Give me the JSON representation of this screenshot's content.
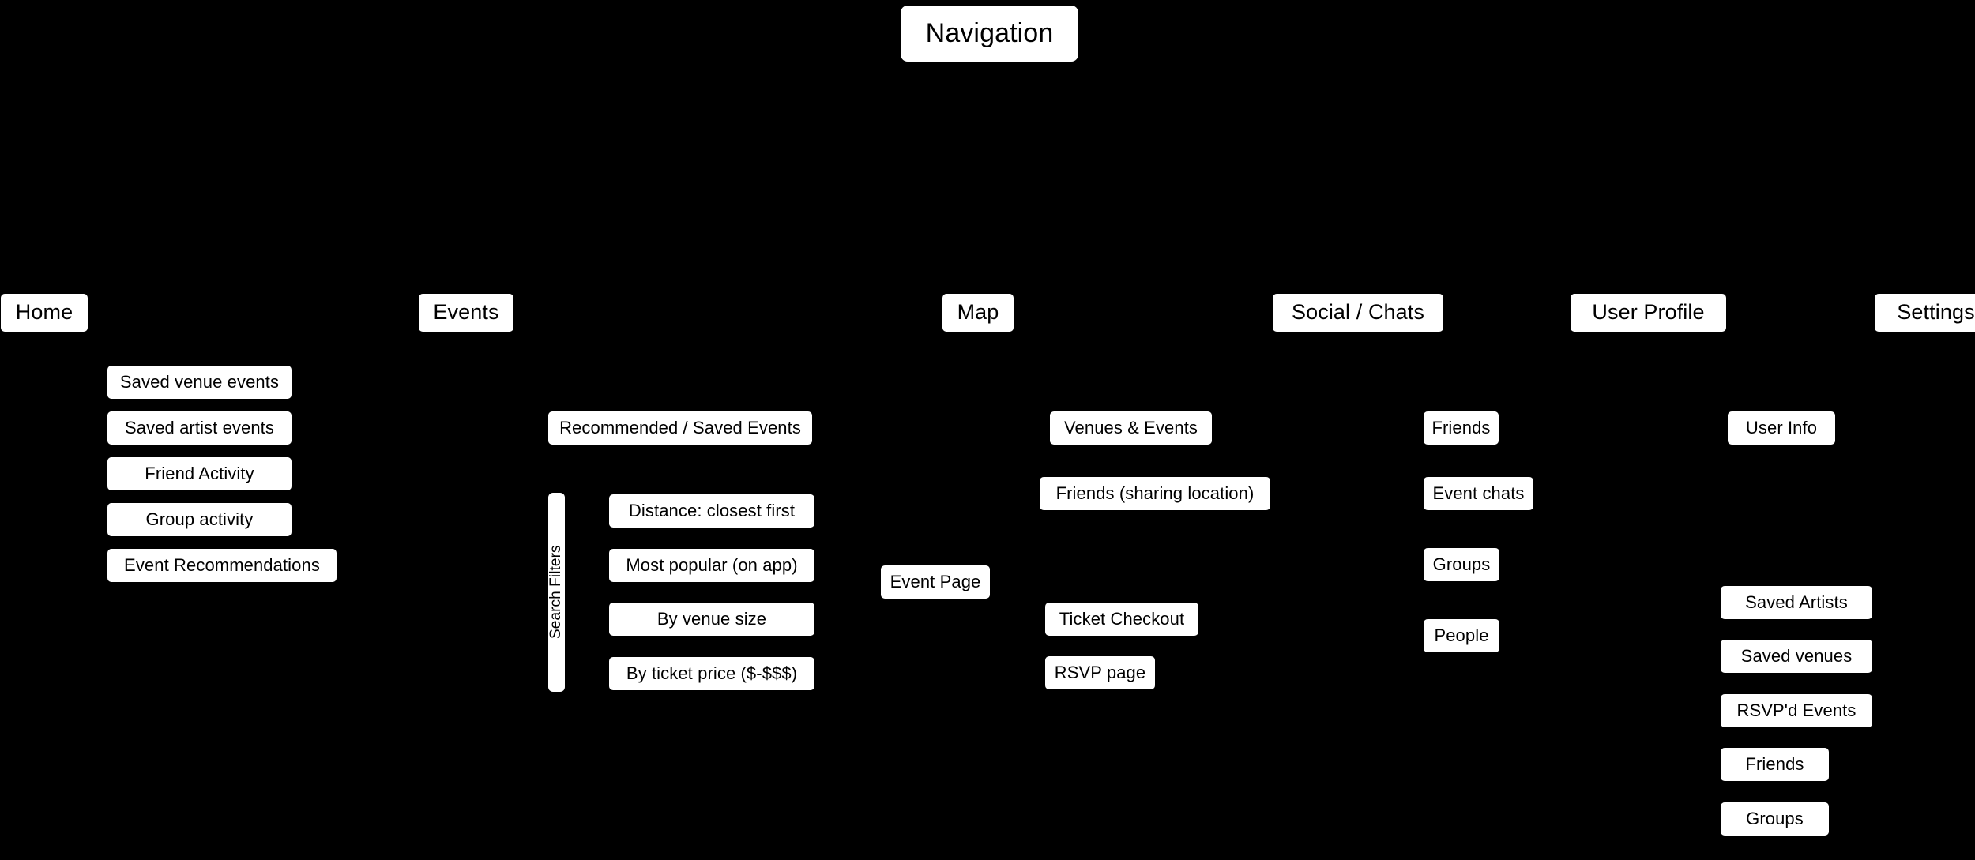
{
  "diagram": {
    "title": "Navigation",
    "type": "site-map",
    "background_color": "#000000",
    "node_fill_color": "#ffffff",
    "node_text_color": "#000000",
    "root": {
      "label": "Navigation"
    },
    "sections": [
      {
        "key": "home",
        "label": "Home",
        "children": [
          {
            "label": "Saved venue events"
          },
          {
            "label": "Saved artist events"
          },
          {
            "label": "Friend Activity"
          },
          {
            "label": "Group activity"
          },
          {
            "label": "Event Recommendations"
          }
        ]
      },
      {
        "key": "events",
        "label": "Events",
        "children": [
          {
            "label": "Recommended / Saved Events"
          },
          {
            "label": "Search Filters"
          },
          {
            "label": "Distance: closest first"
          },
          {
            "label": "Most popular (on app)"
          },
          {
            "label": "By venue size"
          },
          {
            "label": "By ticket price ($-$$$)"
          },
          {
            "label": "Event Page"
          }
        ]
      },
      {
        "key": "map",
        "label": "Map",
        "children": [
          {
            "label": "Venues & Events"
          },
          {
            "label": "Friends (sharing location)"
          },
          {
            "label": "Ticket Checkout"
          },
          {
            "label": "RSVP page"
          }
        ]
      },
      {
        "key": "social",
        "label": "Social / Chats",
        "children": [
          {
            "label": "Friends"
          },
          {
            "label": "Event chats"
          },
          {
            "label": "Groups"
          },
          {
            "label": "People"
          }
        ]
      },
      {
        "key": "user_profile",
        "label": "User Profile",
        "children": [
          {
            "label": "User Info"
          },
          {
            "label": "Saved Artists"
          },
          {
            "label": "Saved venues"
          },
          {
            "label": "RSVP'd Events"
          },
          {
            "label": "Friends"
          },
          {
            "label": "Groups"
          }
        ]
      },
      {
        "key": "settings",
        "label": "Settings",
        "children": []
      }
    ]
  }
}
